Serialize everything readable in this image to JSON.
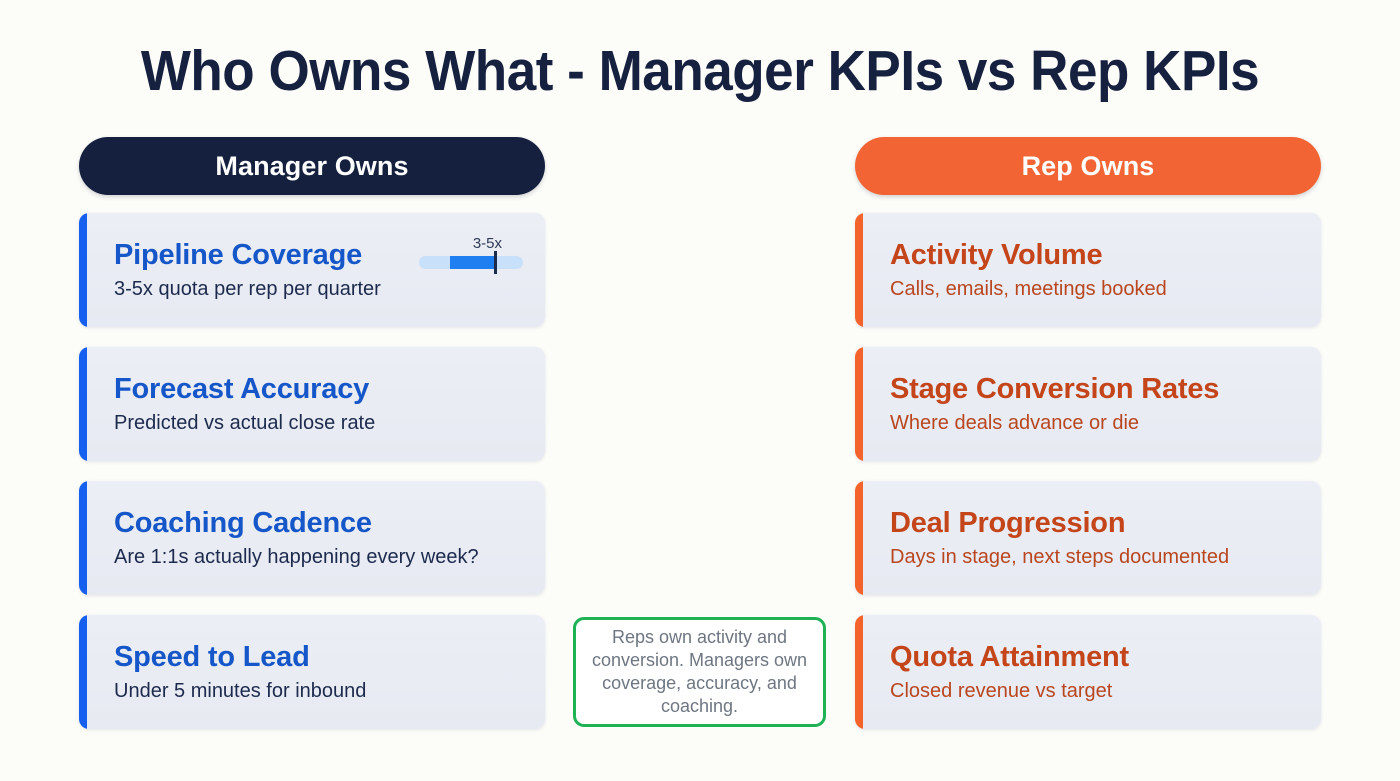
{
  "page": {
    "title": "Who Owns What - Manager KPIs vs Rep KPIs",
    "background_color": "#fcfcf9",
    "title_color": "#16203f"
  },
  "columns": [
    {
      "key": "manager",
      "header": "Manager Owns",
      "header_bg": "#15203f",
      "accent_color": "#1560ee",
      "title_color": "#1557c8",
      "cards": [
        {
          "title": "Pipeline Coverage",
          "subtitle": "3-5x quota per rep per quarter",
          "gauge": {
            "label": "3-5x",
            "track_color": "#c9e0fb",
            "fill_color": "#1f7ef0",
            "marker_color": "#1b2b4d",
            "fill_start_pct": 30,
            "fill_end_pct": 72,
            "marker_pct": 72
          }
        },
        {
          "title": "Forecast Accuracy",
          "subtitle": "Predicted vs actual close rate"
        },
        {
          "title": "Coaching Cadence",
          "subtitle": "Are 1:1s actually happening every week?"
        },
        {
          "title": "Speed to Lead",
          "subtitle": "Under 5 minutes for inbound"
        }
      ]
    },
    {
      "key": "rep",
      "header": "Rep Owns",
      "header_bg": "#f26433",
      "accent_color": "#f4632c",
      "title_color": "#c4451a",
      "cards": [
        {
          "title": "Activity Volume",
          "subtitle": "Calls, emails, meetings booked"
        },
        {
          "title": "Stage Conversion Rates",
          "subtitle": "Where deals advance or die"
        },
        {
          "title": "Deal Progression",
          "subtitle": "Days in stage, next steps documented"
        },
        {
          "title": "Quota Attainment",
          "subtitle": "Closed revenue vs target"
        }
      ]
    }
  ],
  "callout": {
    "text": "Reps own activity and conversion. Managers own coverage, accuracy, and coaching.",
    "border_color": "#1fb254",
    "text_color": "#6e7682"
  }
}
